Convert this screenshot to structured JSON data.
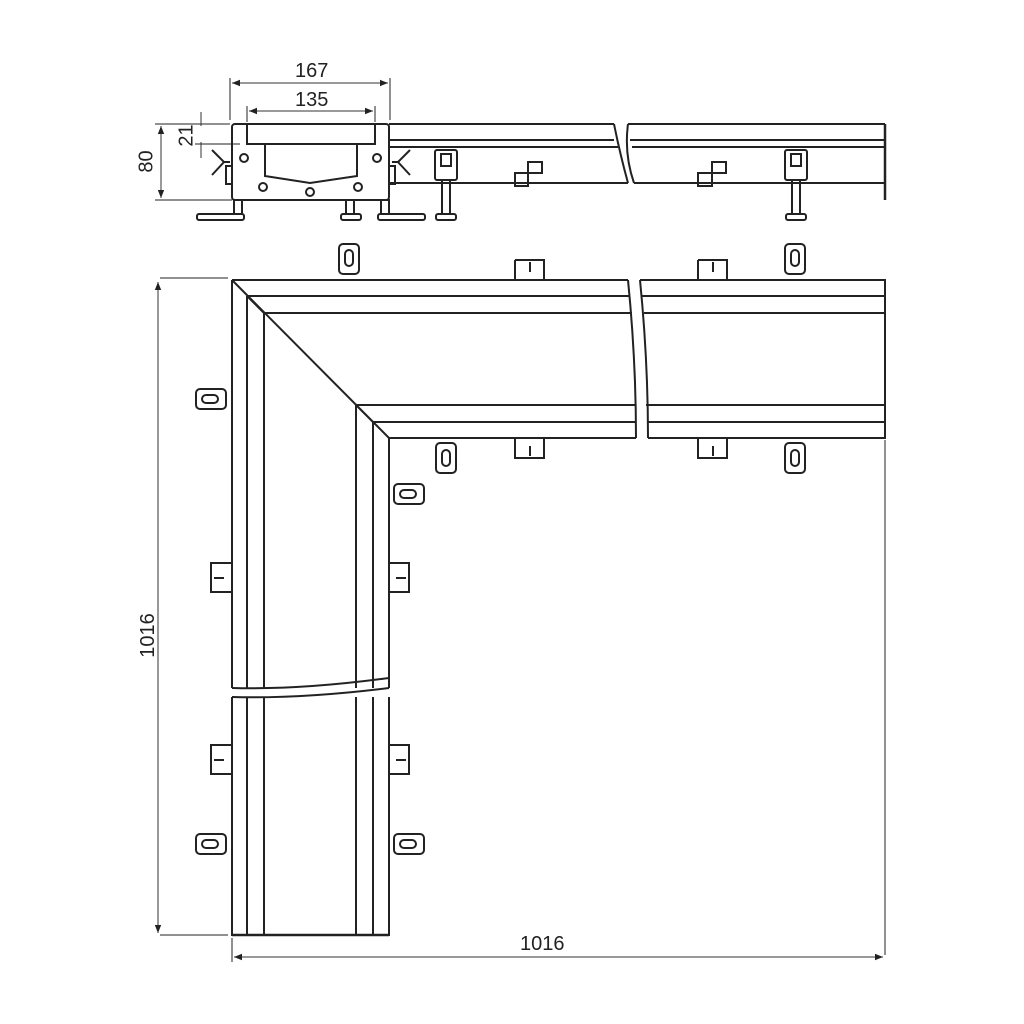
{
  "drawing": {
    "dimensions": {
      "outer_width": "167",
      "inner_width": "135",
      "depth_top": "21",
      "height": "80",
      "side_length_vertical": "1016",
      "side_length_horizontal": "1016"
    },
    "line_color": "#222222"
  }
}
